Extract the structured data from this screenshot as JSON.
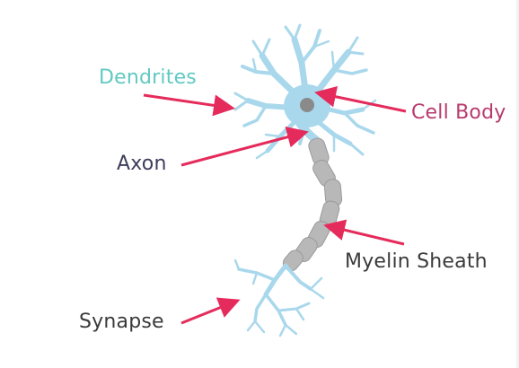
{
  "labels": {
    "dendrites": "Dendrites",
    "cell_body": "Cell Body",
    "axon": "Axon",
    "myelin_sheath": "Myelin Sheath",
    "synapse": "Synapse"
  },
  "colors": {
    "dendrites": "#62c9c2",
    "cell_body": "#b83a6e",
    "axon": "#3d3d5c",
    "myelin_sheath": "#3a3a3a",
    "synapse": "#3a3a3a",
    "arrow": "#e52b5c",
    "neuron_fill": "#a9d8ec",
    "neuron_stroke": "#8cc4dd",
    "nucleus": "#8a8a8a",
    "myelin": "#b8b8b8"
  }
}
